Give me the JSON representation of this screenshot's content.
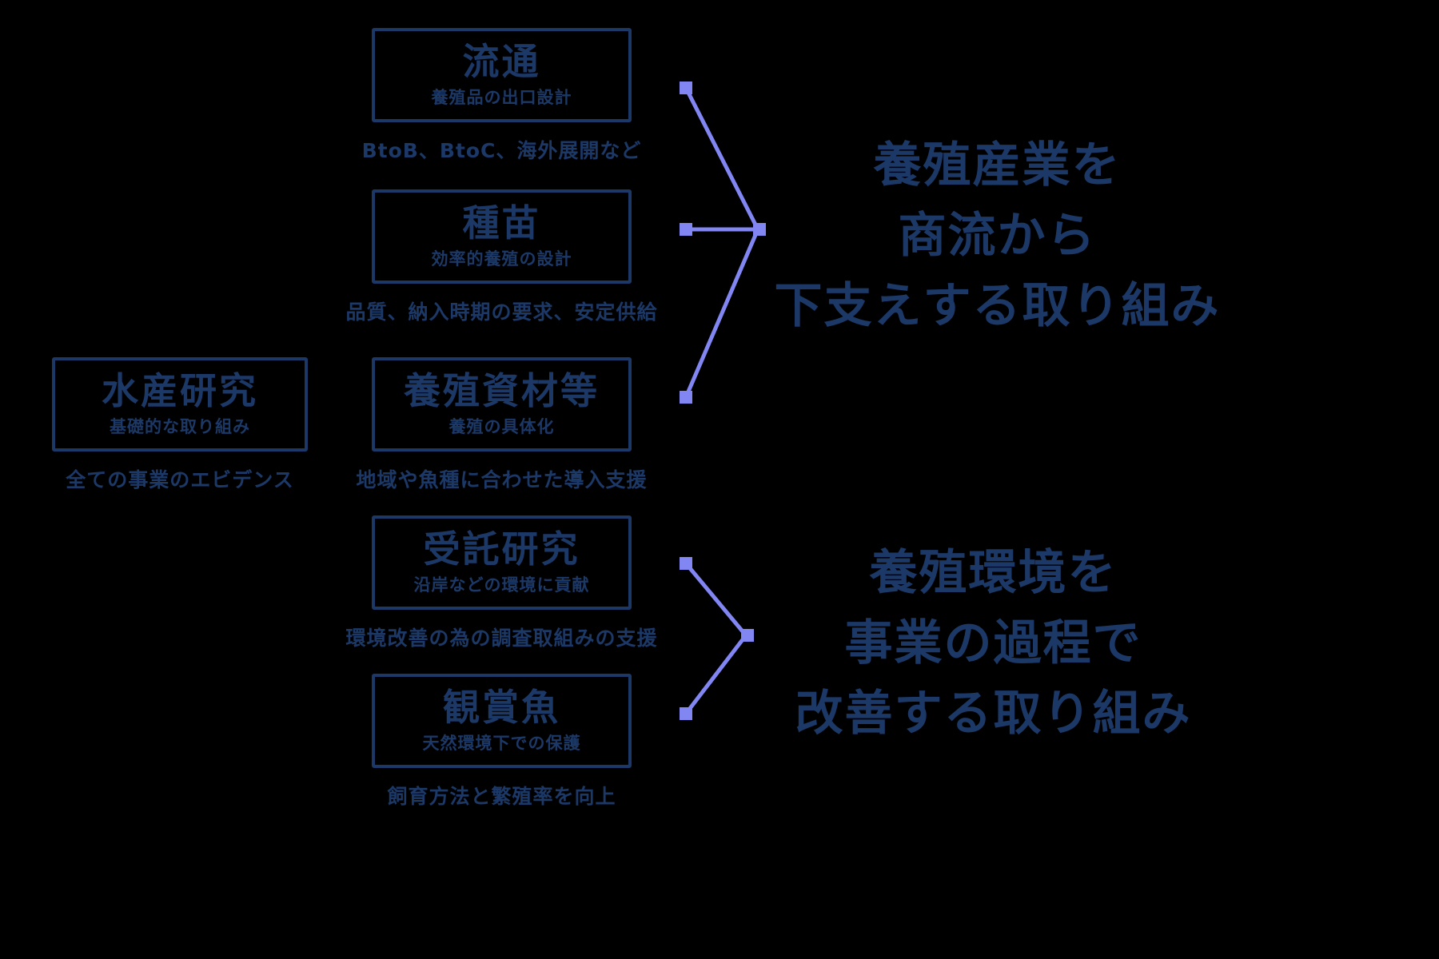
{
  "colors": {
    "background": "#000000",
    "navy": "#1c3866",
    "connector": "#8186f2"
  },
  "left_box": {
    "title": "水産研究",
    "subtitle": "基礎的な取り組み",
    "caption": "全ての事業のエビデンス"
  },
  "boxes": [
    {
      "title": "流通",
      "subtitle": "養殖品の出口設計",
      "caption": "BtoB、BtoC、海外展開など"
    },
    {
      "title": "種苗",
      "subtitle": "効率的養殖の設計",
      "caption": "品質、納入時期の要求、安定供給"
    },
    {
      "title": "養殖資材等",
      "subtitle": "養殖の具体化",
      "caption": "地域や魚種に合わせた導入支援"
    },
    {
      "title": "受託研究",
      "subtitle": "沿岸などの環境に貢献",
      "caption": "環境改善の為の調査取組みの支援"
    },
    {
      "title": "観賞魚",
      "subtitle": "天然環境下での保護",
      "caption": "飼育方法と繁殖率を向上"
    }
  ],
  "right_texts": [
    {
      "lines": [
        "養殖産業を",
        "商流から",
        "下支えする取り組み"
      ]
    },
    {
      "lines": [
        "養殖環境を",
        "事業の過程で",
        "改善する取り組み"
      ]
    }
  ]
}
